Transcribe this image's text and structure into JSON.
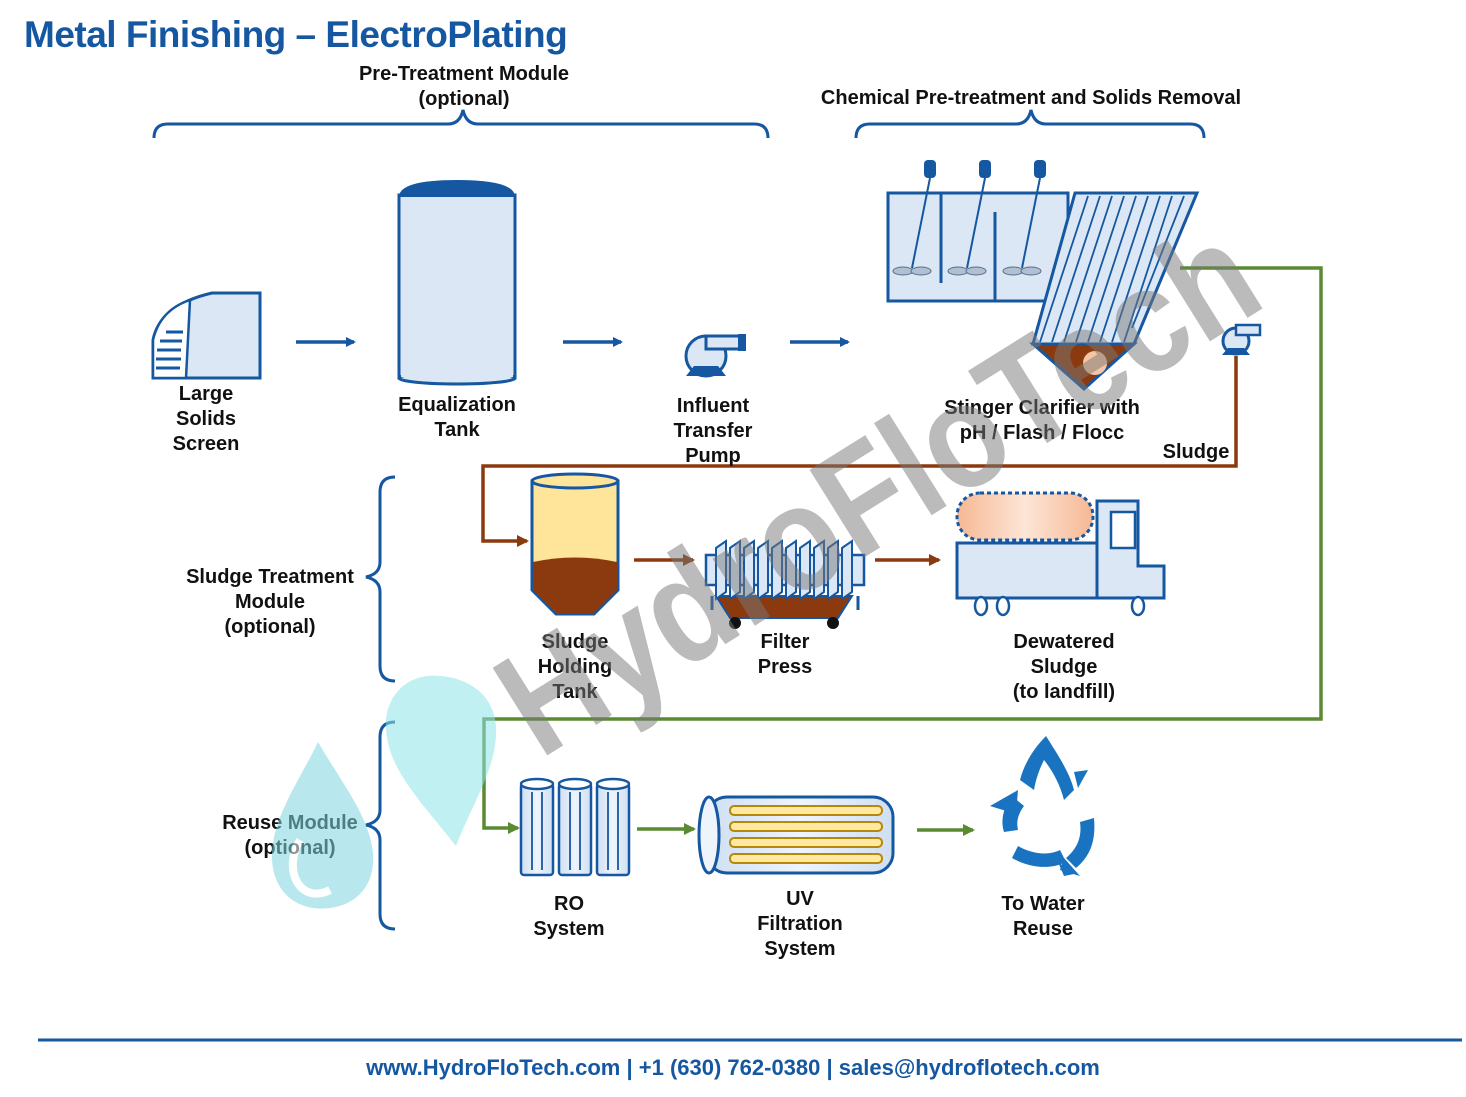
{
  "title": "Metal Finishing – ElectroPlating",
  "modules": {
    "pretreatment": "Pre-Treatment Module\n(optional)",
    "chemical": "Chemical Pre-treatment and Solids Removal",
    "sludge": "Sludge Treatment\nModule\n(optional)",
    "reuse": "Reuse Module\n(optional)"
  },
  "equipment": {
    "screen": "Large\nSolids\nScreen",
    "eq_tank": "Equalization\nTank",
    "pump": "Influent\nTransfer\nPump",
    "clarifier": "Stinger Clarifier with\npH / Flash / Flocc",
    "sludge_line": "Sludge",
    "holding_tank": "Sludge\nHolding\nTank",
    "filter_press": "Filter\nPress",
    "dewatered": "Dewatered\nSludge\n(to landfill)",
    "ro": "RO\nSystem",
    "uv": "UV\nFiltration\nSystem",
    "reuse_out": "To Water\nReuse"
  },
  "footer": "www.HydroFloTech.com  |  +1 (630) 762-0380  |  sales@hydroflotech.com",
  "watermark": {
    "logo": "HydroFloTech",
    "icon": "water-drop-logo-icon"
  },
  "colors": {
    "brand_blue": "#1557a0",
    "fill_light": "#dbe7f5",
    "sludge_brown": "#8b3a0f",
    "clean_green": "#5a8a32",
    "accent_blue": "#1a73c0"
  }
}
